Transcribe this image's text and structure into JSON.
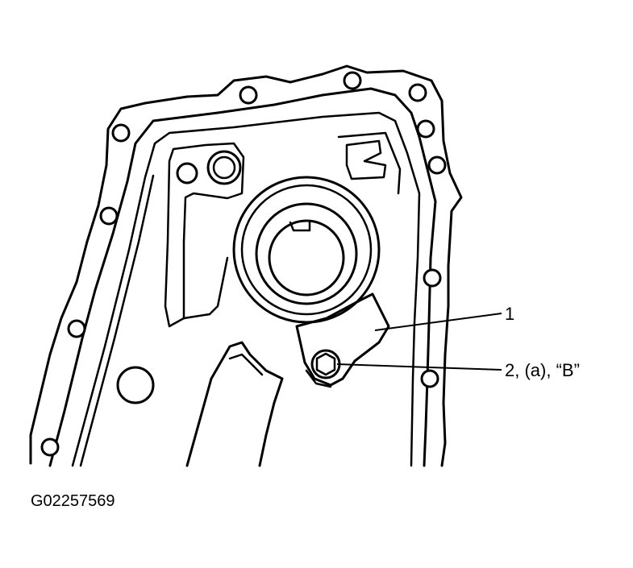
{
  "callouts": [
    {
      "id": "1",
      "text": "1"
    },
    {
      "id": "2",
      "text": "2, (a), “B”"
    }
  ],
  "figure_id": "G02257569"
}
